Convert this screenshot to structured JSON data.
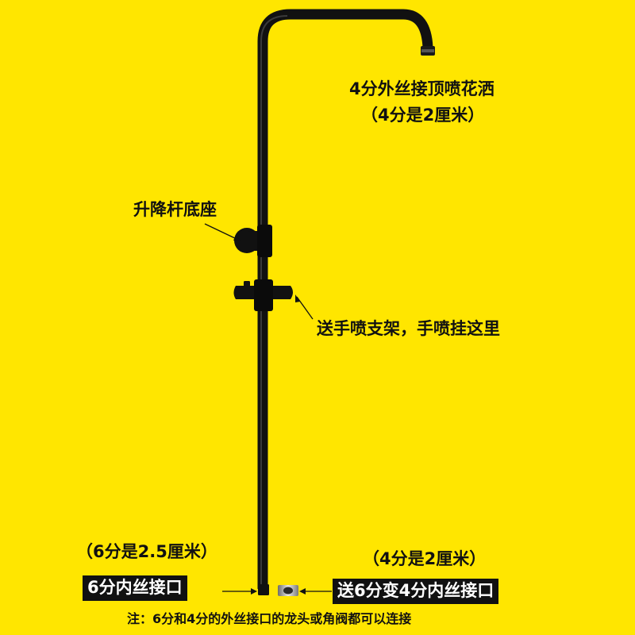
{
  "labels": {
    "top_thread": "4分外丝接顶喷花洒",
    "top_size": "（4分是2厘米）",
    "base": "升降杆底座",
    "holder": "送手喷支架，手喷挂这里",
    "left_size": "（6分是2.5厘米）",
    "left_inlet": "6分内丝接口",
    "right_size": "（4分是2厘米）",
    "right_inlet": "送6分变4分内丝接口",
    "note": "注：6分和4分的外丝接口的龙头或角阀都可以连接"
  },
  "colors": {
    "background": "#ffe600",
    "pipe": "#111111",
    "label_box": "#111111",
    "label_box_text": "#ffffff"
  }
}
